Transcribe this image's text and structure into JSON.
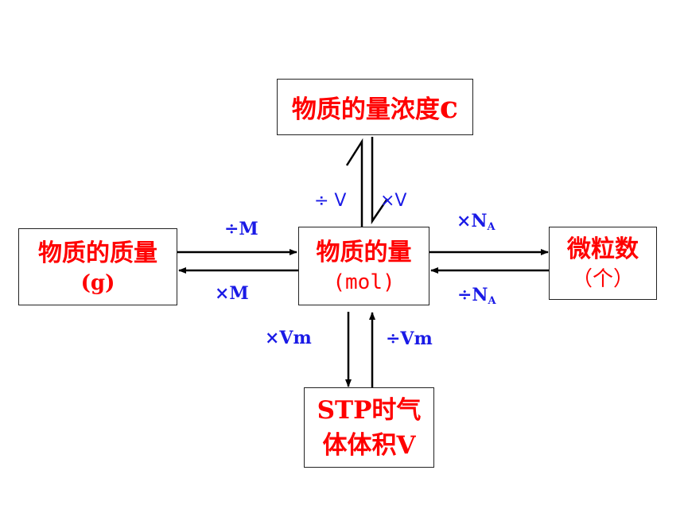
{
  "nodes": {
    "top": {
      "line1": "物质的量浓度",
      "symbol": "c"
    },
    "left": {
      "line1": "物质的质量",
      "line2": "(g)"
    },
    "center": {
      "line1": "物质的量",
      "line2": "(mol)"
    },
    "right": {
      "line1": "微粒数",
      "line2": "（个）"
    },
    "bottom": {
      "line1": "STP时气",
      "line2": "体体积V"
    }
  },
  "edges": {
    "center_to_left": "×M",
    "left_to_center": "÷M",
    "center_to_right": "×N",
    "right_to_center": "÷N",
    "subscript_A": "A",
    "center_to_top": "÷ V",
    "top_to_center": "×V",
    "center_to_bottom": "×Vm",
    "bottom_to_center": "÷Vm"
  },
  "colors": {
    "node_text": "#ff0000",
    "edge_label": "#1a1ae6",
    "line": "#000000"
  }
}
